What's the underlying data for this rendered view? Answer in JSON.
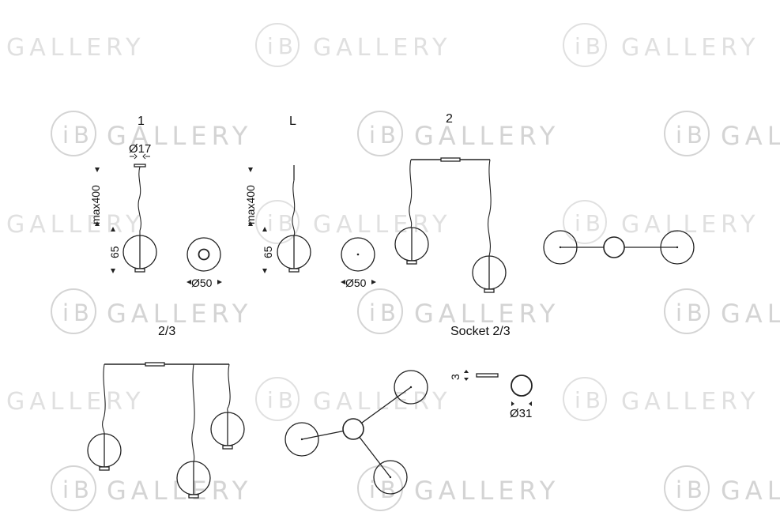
{
  "watermark": {
    "logo_text": "iB",
    "word": "GALLERY"
  },
  "labels": {
    "model_1": "1",
    "model_L": "L",
    "model_2": "2",
    "model_2_3": "2/3",
    "socket": "Socket 2/3"
  },
  "dimensions": {
    "d17": "Ø17",
    "max400": "max400",
    "h65": "65",
    "d50": "Ø50",
    "h3": "3",
    "d31": "Ø31"
  },
  "colors": {
    "line": "#222222",
    "watermark": "#d4d4d4"
  }
}
